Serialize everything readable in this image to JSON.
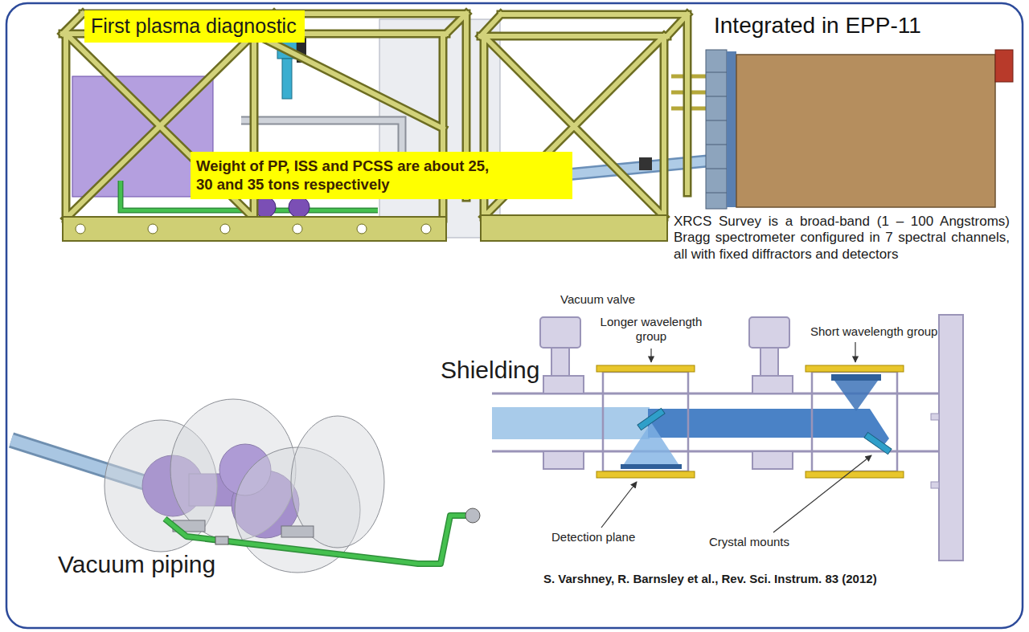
{
  "diagram": {
    "nodes": [
      {
        "text": [
          "First plasma diagnostic"
        ]
      },
      {
        "text": [
          "Weight of PP, ISS and PCSS are about 25, 30 and 35 tons respectively"
        ]
      }
    ],
    "labels": [
      "Integrated in EPP-11",
      "XRCS Survey is a broad-band (1 – 100 Angstroms) Bragg spectrometer configured in 7 spectral channels, all with fixed diffractors and detectors",
      "Shielding",
      "Vacuum piping",
      "Vacuum valve",
      "Longer wavelength group",
      "Short wavelength group",
      "Detection plane",
      "Crystal mounts",
      "S. Varshney, R. Barnsley et al., Rev. Sci. Instrum. 83 (2012)"
    ]
  }
}
